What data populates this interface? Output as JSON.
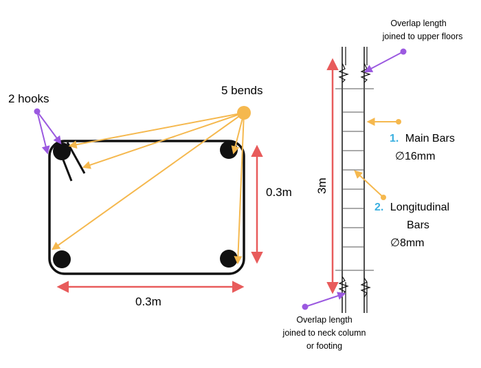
{
  "labels": {
    "hooks": "2 hooks",
    "bends": "5 bends",
    "width_dim": "0.3m",
    "depth_dim": "0.3m",
    "height_dim": "3m",
    "main_num": "1.",
    "main_text": "Main Bars",
    "main_size": "∅16mm",
    "long_num": "2.",
    "long_line1": "Longitudinal",
    "long_line2": "Bars",
    "long_size": "∅8mm",
    "overlap_top_line1": "Overlap length",
    "overlap_top_line2": "joined to upper floors",
    "overlap_bottom_line1": "Overlap length",
    "overlap_bottom_line2": "joined to neck column",
    "overlap_bottom_line3": "or footing"
  },
  "colors": {
    "dimension": "#e85b5b",
    "bend_pointer": "#f5b84e",
    "hook_pointer": "#9b59e0",
    "number_accent": "#3bb0e0",
    "line": "#111111",
    "stirrup": "#555555"
  },
  "icons": {
    "bar_section": "filled-circle",
    "pointer_head": "arrowhead"
  }
}
